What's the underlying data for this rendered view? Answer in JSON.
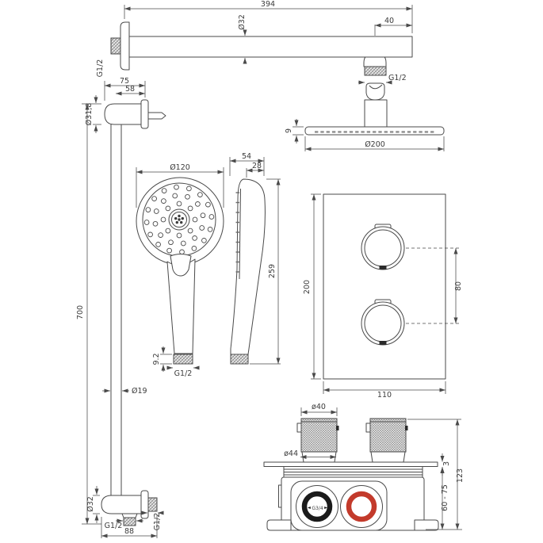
{
  "drawing": {
    "description": "Thermostatic concealed shower set technical dimension drawing",
    "colors": {
      "line": "#4a4a4a",
      "hot_ring_black": "#1b1b1b",
      "cold_ring_red": "#c33a2b"
    },
    "wall_arm": {
      "length": "394",
      "tube_diameter": "Ø32",
      "drop_offset": "40",
      "wall_thread": "G1/2",
      "outlet_thread": "G1/2"
    },
    "rain_head": {
      "diameter": "Ø200",
      "plate_height": "9"
    },
    "slide_rail": {
      "bracket_depth": "75",
      "bracket_inner_depth": "58",
      "bracket_diameter": "Ø31,8",
      "rail_length": "700",
      "rail_diameter": "Ø19",
      "elbow_diameter": "Ø32",
      "elbow_outlet_thread": "G1/2",
      "elbow_wall_thread": "G1/2",
      "elbow_depth": "88"
    },
    "hand_shower": {
      "head_diameter": "Ø120",
      "head_depth": "54",
      "body_depth": "28",
      "length": "259",
      "thread_length": "9.2",
      "thread": "G1/2"
    },
    "trim_plate": {
      "height": "200",
      "width": "110",
      "knob_spacing": "80"
    },
    "valve_body": {
      "knob_diameter": "ø40",
      "collar_diameter": "ø44",
      "plate_thickness": "3",
      "install_depth": "60 - 75",
      "total_height": "123",
      "inlet_thread": "G3/4"
    }
  }
}
